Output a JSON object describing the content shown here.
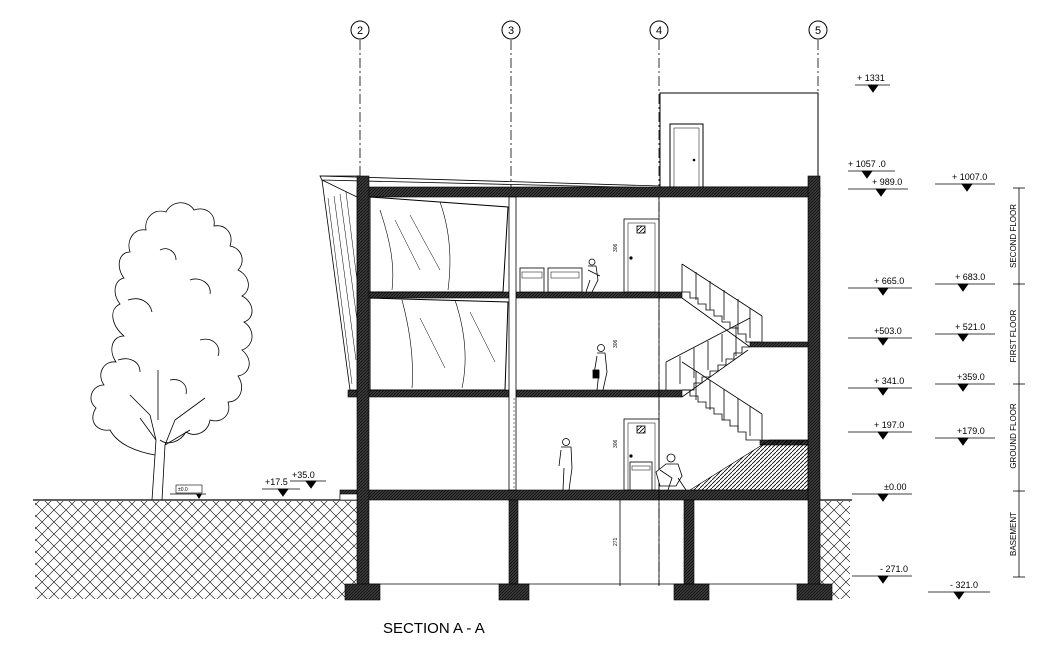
{
  "title": "SECTION A - A",
  "grid_axes": [
    "2",
    "3",
    "4",
    "5"
  ],
  "levels_left": {
    "roof_top": "+ 1331",
    "parapet": "+ 1057 .0",
    "second_slab": "+ 989.0",
    "second_floor": "+ 665.0",
    "first_landing": "+503.0",
    "first_floor": "+ 341.0",
    "ground_landing": "+ 197.0",
    "ground": "±0.00",
    "basement": "- 271.0",
    "entry_a": "+17.5",
    "entry_b": "+35.0",
    "outside": "±0.0"
  },
  "levels_right": {
    "top": "+ 1007.0",
    "second": "+ 683.0",
    "first_landing": "+ 521.0",
    "first": "+359.0",
    "ground_landing": "+179.0",
    "foundation": "- 321.0"
  },
  "floor_labels": [
    "SECOND FLOOR",
    "FIRST FLOOR",
    "GROUND FLOOR",
    "BASEMENT"
  ],
  "height_marks": [
    "306",
    "306",
    "306",
    "271"
  ]
}
